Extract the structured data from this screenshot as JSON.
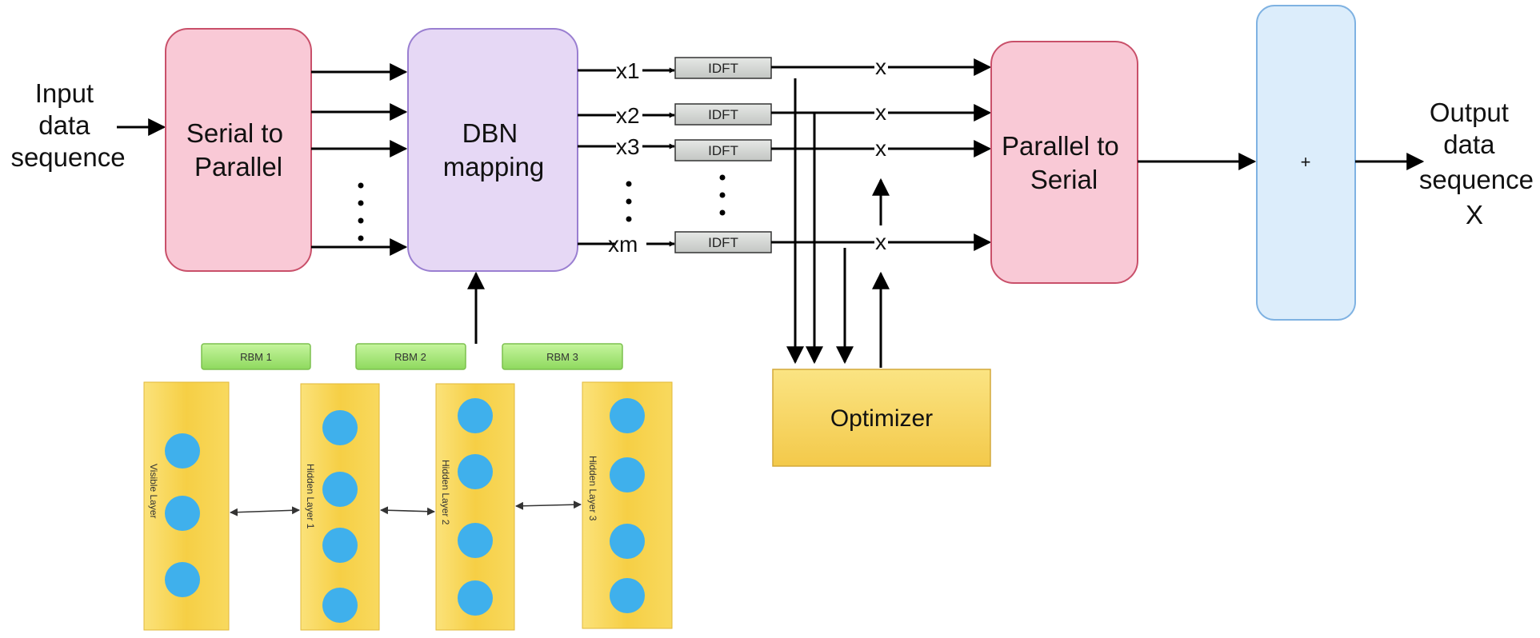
{
  "input_label": [
    "Input",
    "data",
    "sequence"
  ],
  "serial_to_parallel": [
    "Serial to",
    "Parallel"
  ],
  "dbn_mapping": [
    "DBN",
    "mapping"
  ],
  "signals": [
    "x1",
    "x2",
    "x3",
    "xm"
  ],
  "idft_label": "IDFT",
  "multiply_symbol": "x",
  "parallel_to_serial": [
    "Parallel to",
    "Serial"
  ],
  "sum_symbol": "+",
  "output_label": [
    "Output",
    "data",
    "sequence",
    "X"
  ],
  "optimizer": "Optimizer",
  "rbm_labels": [
    "RBM 1",
    "RBM 2",
    "RBM 3"
  ],
  "layer_labels": [
    "Visible Layer",
    "Hidden Layer 1",
    "Hidden Layer 2",
    "Hidden Layer 3"
  ],
  "colors": {
    "serial_fill": "#f9c9d6",
    "serial_stroke": "#c9506a",
    "dbn_fill": "#e6d8f5",
    "dbn_stroke": "#9a7fd1",
    "sum_fill": "#dcedfb",
    "sum_stroke": "#7fb2e2",
    "optimizer_fill": "#f7d65c",
    "idft_fill": "#d4d6d4",
    "rbm_fill": "#a8e87a",
    "layer_fill": "#f8d14a",
    "neuron": "#3fb0ec"
  }
}
